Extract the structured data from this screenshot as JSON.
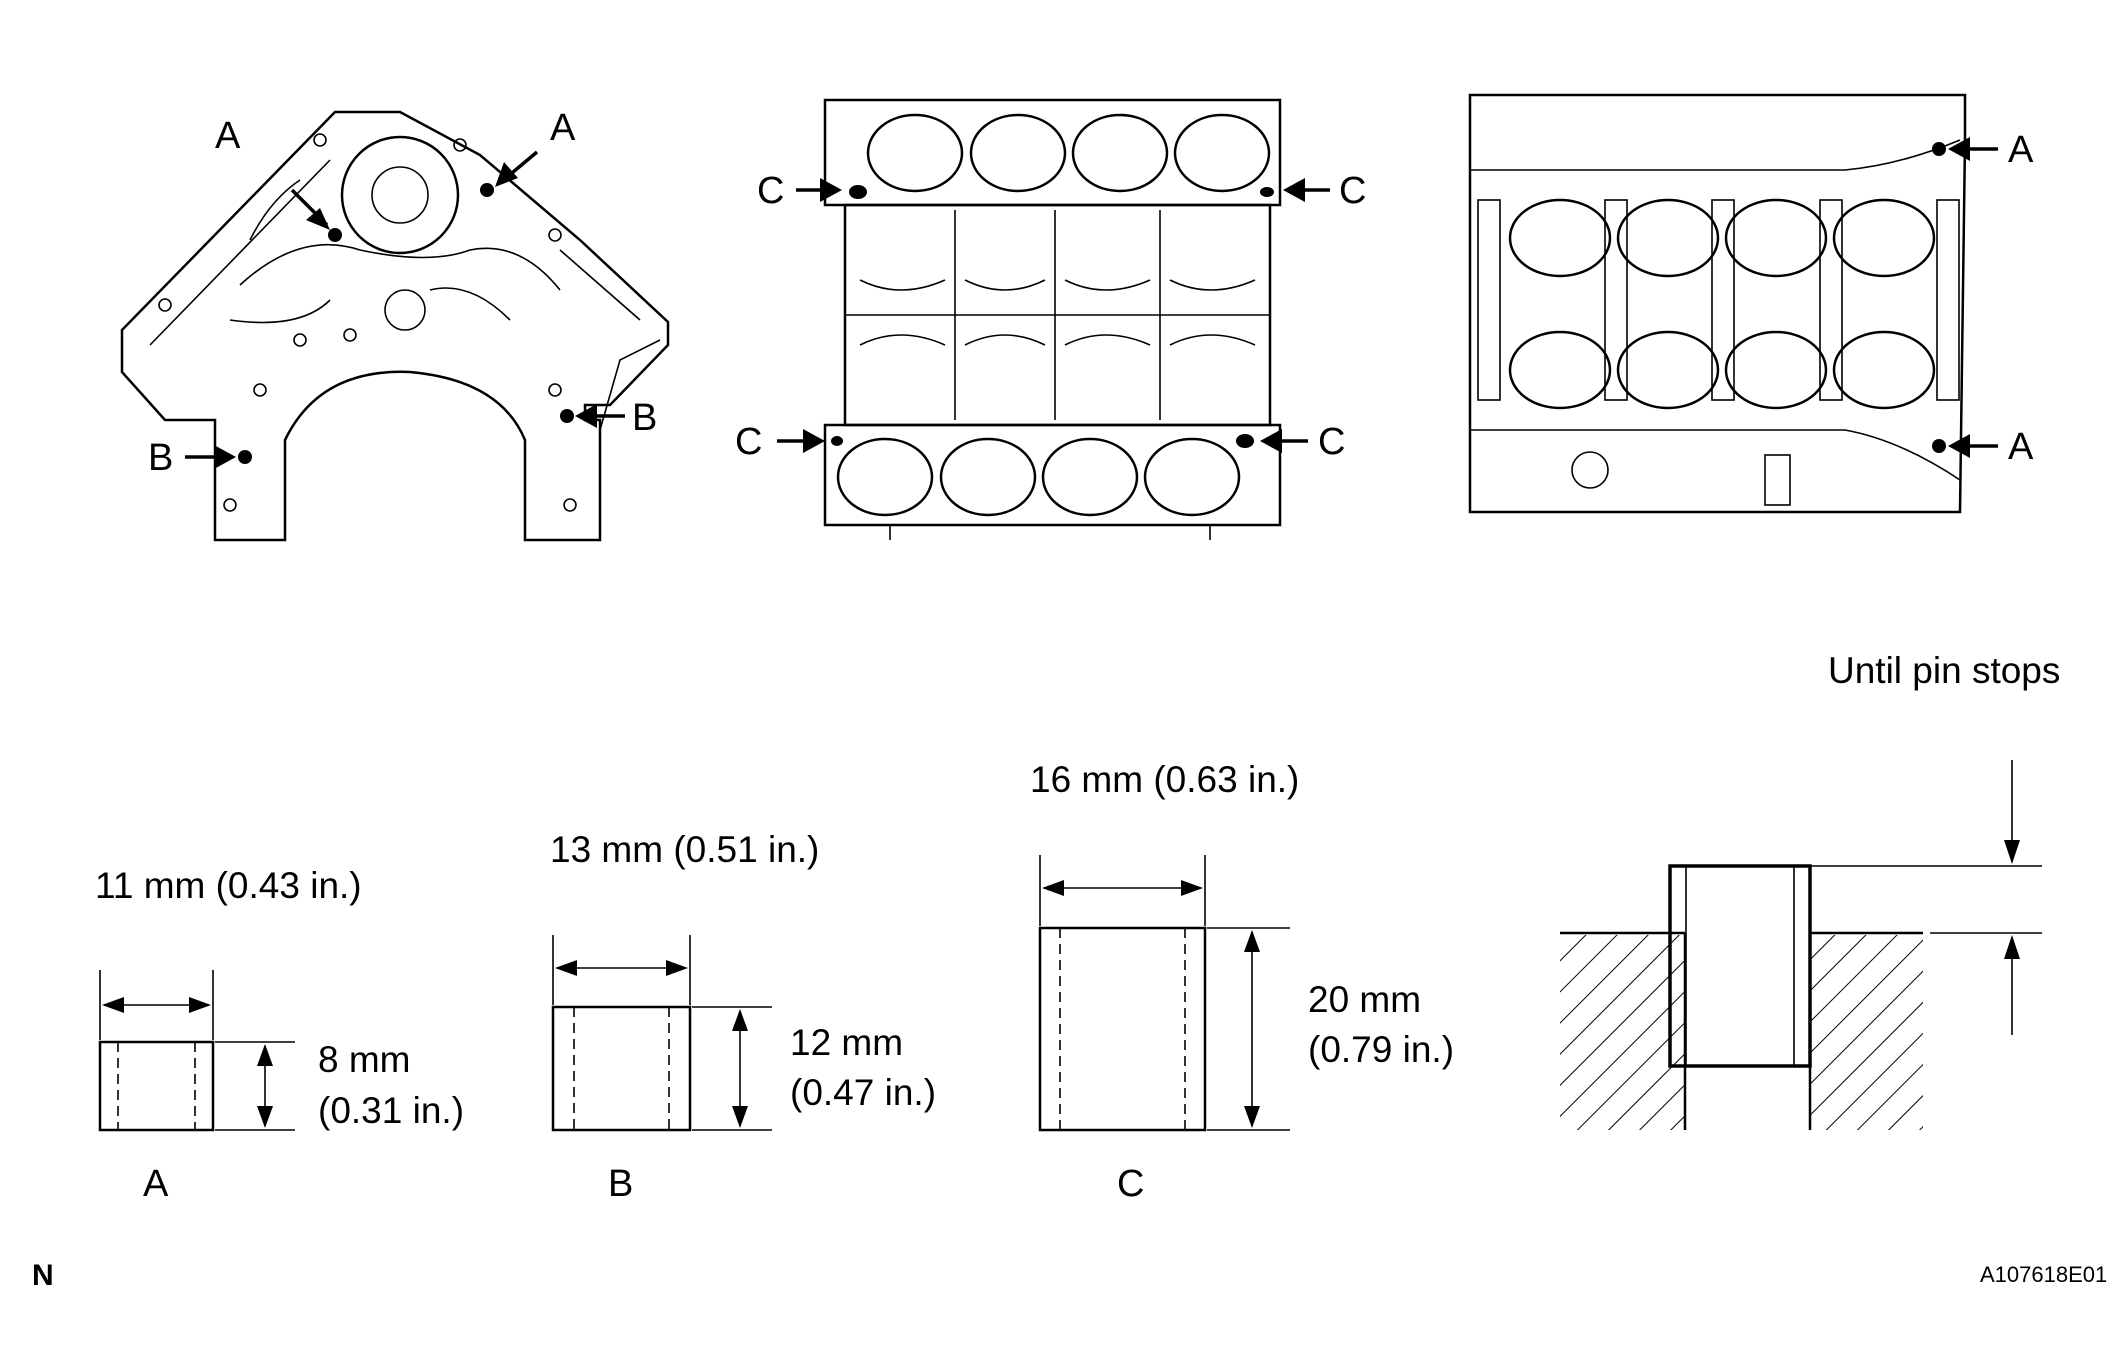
{
  "callouts": {
    "front_a_left": "A",
    "front_a_right": "A",
    "front_b_left": "B",
    "front_b_right": "B",
    "top_c_ul": "C",
    "top_c_ur": "C",
    "top_c_ll": "C",
    "top_c_lr": "C",
    "bottom_a_top": "A",
    "bottom_a_bottom": "A"
  },
  "pins": [
    {
      "id": "A",
      "width_label": "11 mm (0.43 in.)",
      "height_line1": "8 mm",
      "height_line2": "(0.31 in.)",
      "caption": "A"
    },
    {
      "id": "B",
      "width_label": "13 mm (0.51 in.)",
      "height_line1": "12 mm",
      "height_line2": "(0.47 in.)",
      "caption": "B"
    },
    {
      "id": "C",
      "width_label": "16 mm (0.63 in.)",
      "height_line1": "20 mm",
      "height_line2": "(0.79 in.)",
      "caption": "C"
    }
  ],
  "install_note": "Until pin stops",
  "orientation_mark": "N",
  "figure_code": "A107618E01"
}
